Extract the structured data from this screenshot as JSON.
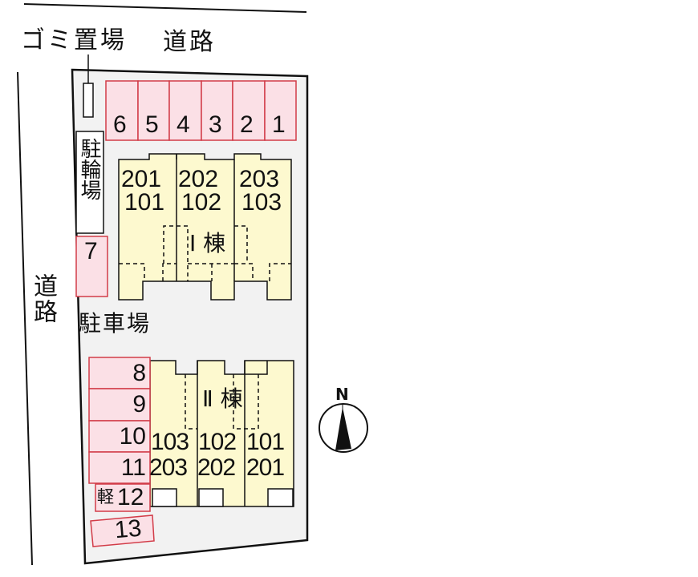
{
  "labels": {
    "garbage": "ゴミ置場",
    "road_top": "道路",
    "road_left": "道路",
    "bicycle_parking": "駐輪場",
    "parking": "駐車場",
    "building_1": "Ⅰ 棟",
    "building_2": "Ⅱ 棟",
    "north": "N"
  },
  "parking_spaces_top": [
    "6",
    "5",
    "4",
    "3",
    "2",
    "1"
  ],
  "parking_space_7": "7",
  "parking_spaces_left": [
    "8",
    "9",
    "10",
    "11"
  ],
  "parking_space_12": {
    "prefix": "軽",
    "number": "12"
  },
  "parking_space_13": "13",
  "building_1_units": [
    {
      "upper": "201",
      "lower": "101"
    },
    {
      "upper": "202",
      "lower": "102"
    },
    {
      "upper": "203",
      "lower": "103"
    }
  ],
  "building_2_units": [
    {
      "upper": "103",
      "lower": "203"
    },
    {
      "upper": "102",
      "lower": "202"
    },
    {
      "upper": "101",
      "lower": "201"
    }
  ],
  "colors": {
    "lot_fill": "#f2f2f2",
    "parking_fill": "#fbe0e6",
    "parking_stroke": "#d23c48",
    "building_fill": "#fdf9cf",
    "line": "#111111"
  }
}
